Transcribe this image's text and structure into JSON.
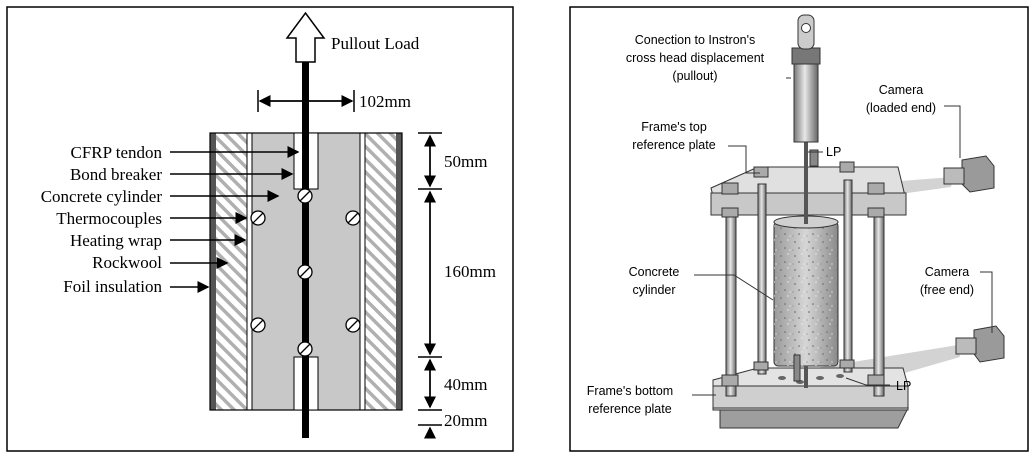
{
  "left_diagram": {
    "load_label": "Pullout Load",
    "width_dim": "102mm",
    "labels": {
      "cfrp": "CFRP tendon",
      "bond_breaker": "Bond breaker",
      "concrete": "Concrete cylinder",
      "thermocouples": "Thermocouples",
      "heating_wrap": "Heating wrap",
      "rockwool": "Rockwool",
      "foil": "Foil insulation"
    },
    "dims": {
      "top": "50mm",
      "middle": "160mm",
      "bottom": "40mm",
      "end": "20mm"
    }
  },
  "right_diagram": {
    "labels": {
      "connection_line1": "Conection to Instron's",
      "connection_line2": "cross head displacement",
      "connection_line3": "(pullout)",
      "camera_loaded_line1": "Camera",
      "camera_loaded_line2": "(loaded end)",
      "top_plate_line1": "Frame's top",
      "top_plate_line2": "reference plate",
      "lp_top": "LP",
      "concrete_line1": "Concrete",
      "concrete_line2": "cylinder",
      "camera_free_line1": "Camera",
      "camera_free_line2": "(free end)",
      "bottom_plate_line1": "Frame's bottom",
      "bottom_plate_line2": "reference plate",
      "lp_bottom": "LP"
    }
  }
}
